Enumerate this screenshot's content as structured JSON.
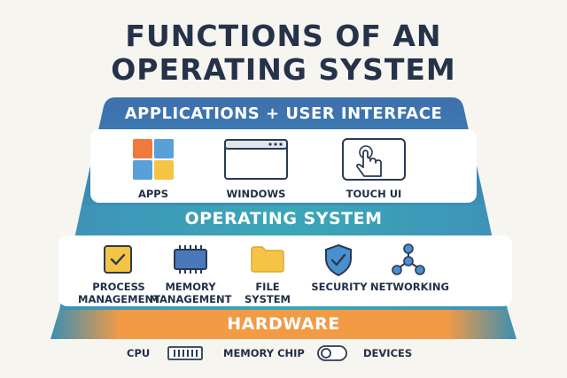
{
  "title": {
    "line1": "FUNCTIONS OF AN",
    "line2": "OPERATING SYSTEM"
  },
  "layers": {
    "applications": {
      "title": "APPLICATIONS + USER INTERFACE",
      "items": [
        {
          "label": "APPS",
          "icon": "app-grid-icon"
        },
        {
          "label": "WINDOWS",
          "icon": "window-icon"
        },
        {
          "label": "TOUCH UI",
          "icon": "touch-screen-icon"
        }
      ]
    },
    "os": {
      "title": "OPERATING SYSTEM",
      "items": [
        {
          "label": "PROCESS MANAGEMENT",
          "icon": "checkbox-icon"
        },
        {
          "label": "MEMORY MANAGEMENT",
          "icon": "chip-icon"
        },
        {
          "label": "FILE SYSTEM",
          "icon": "folder-icon"
        },
        {
          "label": "SECURITY",
          "icon": "shield-check-icon"
        },
        {
          "label": "NETWORKING",
          "icon": "network-icon"
        }
      ]
    },
    "hardware": {
      "title": "HARDWARE"
    }
  },
  "footer": {
    "items": [
      {
        "label": "CPU"
      },
      {
        "label": "MEMORY CHIP",
        "icon": "memory-chip-icon"
      },
      {
        "label": "DEVICES",
        "icon": "device-toggle-icon"
      }
    ]
  },
  "colors": {
    "top_band": "#3f78b3",
    "middle_band": "#39a2b8",
    "hardware_band": "#f39a45",
    "text": "#1f2f46",
    "background": "#f7f5ef"
  }
}
